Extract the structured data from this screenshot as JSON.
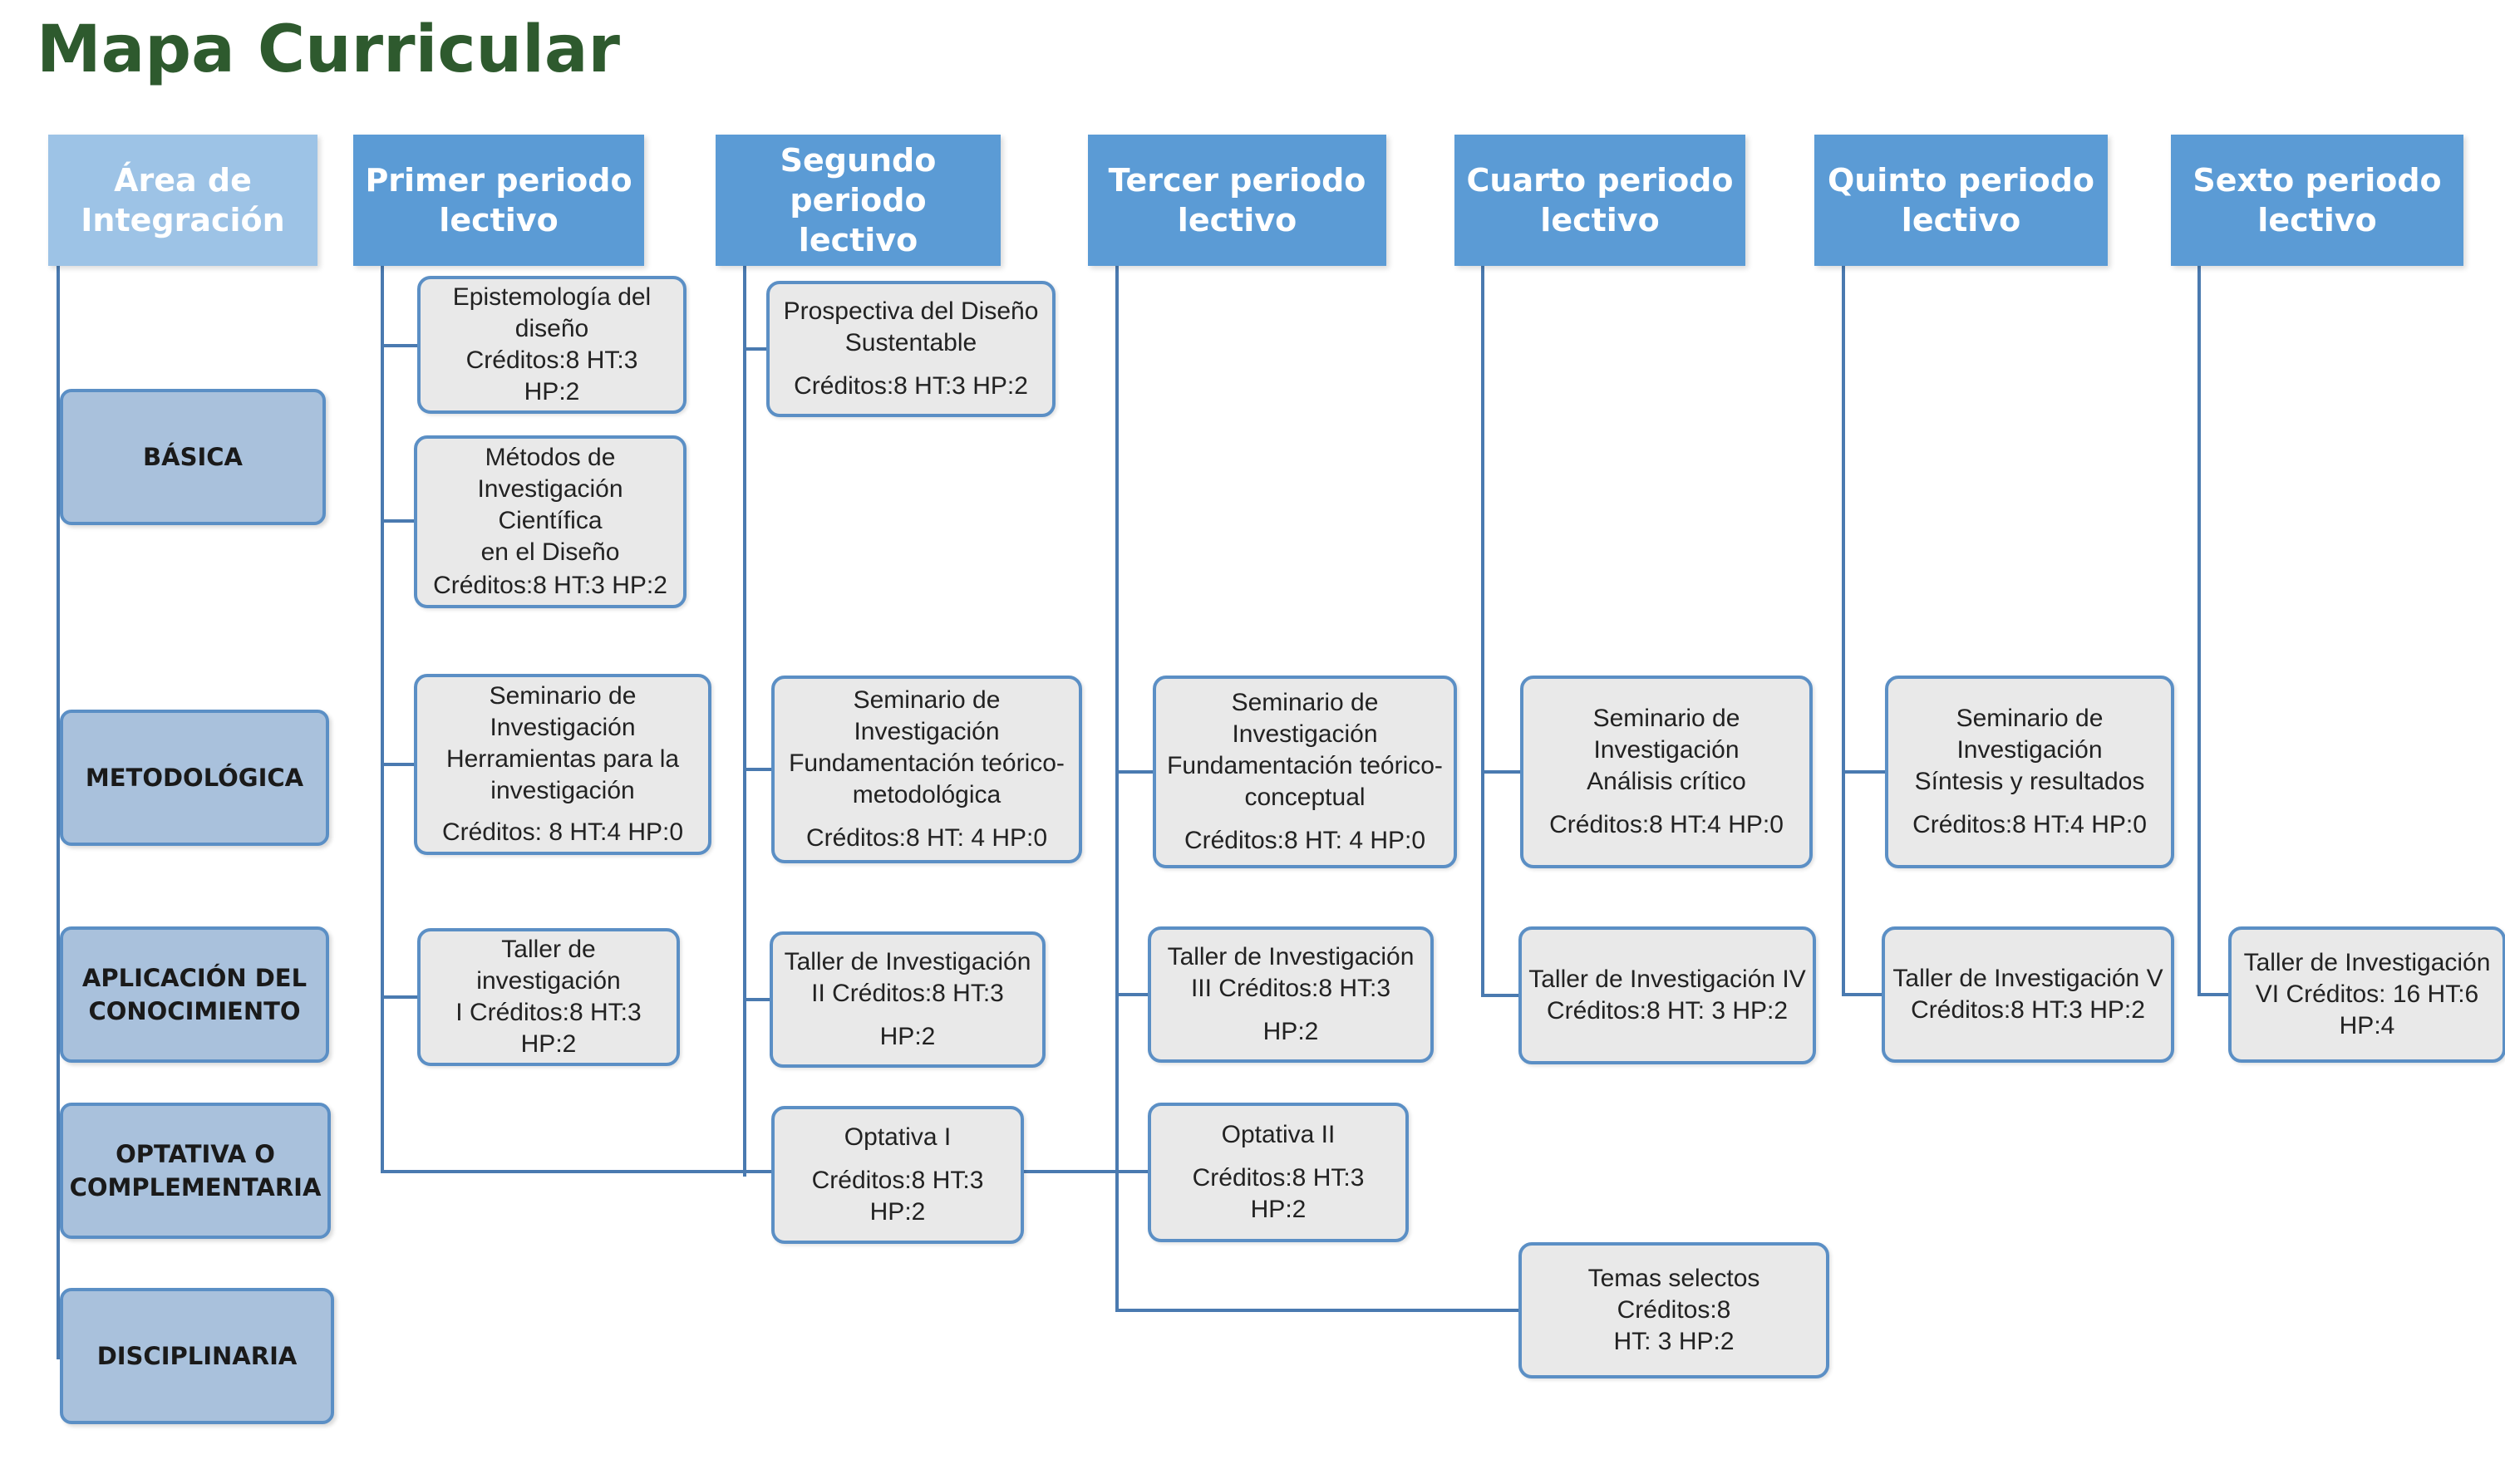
{
  "title": "Mapa Curricular",
  "colors": {
    "title": "#2e5a2e",
    "header": "#5b9bd5",
    "header_light": "#9dc3e6",
    "area_fill": "#a9c1dc",
    "box_border": "#5b8fc5",
    "course_fill": "#e9e9e9",
    "connector": "#4a7ab0"
  },
  "headers": {
    "area": [
      "Área de",
      "Integración"
    ],
    "p1": [
      "Primer periodo",
      "lectivo"
    ],
    "p2": [
      "Segundo periodo",
      "lectivo"
    ],
    "p3": [
      "Tercer periodo",
      "lectivo"
    ],
    "p4": [
      "Cuarto periodo",
      "lectivo"
    ],
    "p5": [
      "Quinto periodo",
      "lectivo"
    ],
    "p6": [
      "Sexto periodo",
      "lectivo"
    ]
  },
  "areas": {
    "basica": [
      "BÁSICA"
    ],
    "metodologica": [
      "METODOLÓGICA"
    ],
    "aplicacion": [
      "APLICACIÓN DEL",
      "CONOCIMIENTO"
    ],
    "optativa": [
      "OPTATIVA O",
      "COMPLEMENTARIA"
    ],
    "disciplinaria": [
      "DISCIPLINARIA"
    ]
  },
  "courses": {
    "epistemologia": {
      "name": [
        "Epistemología del",
        "diseño"
      ],
      "credits": [
        "Créditos:8  HT:3",
        "HP:2"
      ]
    },
    "metodos": {
      "name": [
        "Métodos de",
        "Investigación Científica",
        "en el Diseño"
      ],
      "credits": [
        "Créditos:8  HT:3    HP:2"
      ]
    },
    "prospectiva": {
      "name": [
        "Prospectiva del Diseño",
        "Sustentable"
      ],
      "credits": [
        "Créditos:8  HT:3    HP:2"
      ]
    },
    "seminario1": {
      "name": [
        "Seminario de",
        "Investigación",
        "Herramientas para la",
        "investigación"
      ],
      "credits": [
        "Créditos: 8 HT:4  HP:0"
      ]
    },
    "seminario2": {
      "name": [
        "Seminario de",
        "Investigación",
        "Fundamentación teórico-",
        "metodológica"
      ],
      "credits": [
        "Créditos:8  HT: 4   HP:0"
      ]
    },
    "seminario3": {
      "name": [
        "Seminario de",
        "Investigación",
        "Fundamentación teórico-",
        "conceptual"
      ],
      "credits": [
        "Créditos:8  HT:  4  HP:0"
      ]
    },
    "seminario4": {
      "name": [
        "Seminario de",
        "Investigación",
        "Análisis crítico"
      ],
      "credits": [
        "Créditos:8  HT:4    HP:0"
      ]
    },
    "seminario5": {
      "name": [
        "Seminario de",
        "Investigación",
        "Síntesis y resultados"
      ],
      "credits": [
        "Créditos:8  HT:4  HP:0"
      ]
    },
    "taller1": {
      "name": [
        "Taller de investigación",
        "I  Créditos:8  HT:3"
      ],
      "credits": [
        "HP:2"
      ]
    },
    "taller2": {
      "name": [
        "Taller de Investigación",
        "II  Créditos:8  HT:3"
      ],
      "credits": [
        "HP:2"
      ]
    },
    "taller3": {
      "name": [
        "Taller de Investigación",
        "III  Créditos:8  HT:3"
      ],
      "credits": [
        "HP:2"
      ]
    },
    "taller4": {
      "name": [
        "Taller de Investigación IV",
        "Créditos:8  HT: 3    HP:2"
      ],
      "credits": []
    },
    "taller5": {
      "name": [
        "Taller de Investigación V",
        "Créditos:8 HT:3 HP:2"
      ],
      "credits": []
    },
    "taller6": {
      "name": [
        "Taller de Investigación",
        "VI Créditos: 16 HT:6",
        "HP:4"
      ],
      "credits": []
    },
    "optativa1": {
      "name": [
        "Optativa I"
      ],
      "credits": [
        "Créditos:8  HT:3",
        "HP:2"
      ]
    },
    "optativa2": {
      "name": [
        "Optativa II"
      ],
      "credits": [
        "Créditos:8  HT:3",
        "HP:2"
      ]
    },
    "temas": {
      "name": [
        "Temas selectos  Créditos:8",
        "HT: 3    HP:2"
      ],
      "credits": []
    }
  }
}
